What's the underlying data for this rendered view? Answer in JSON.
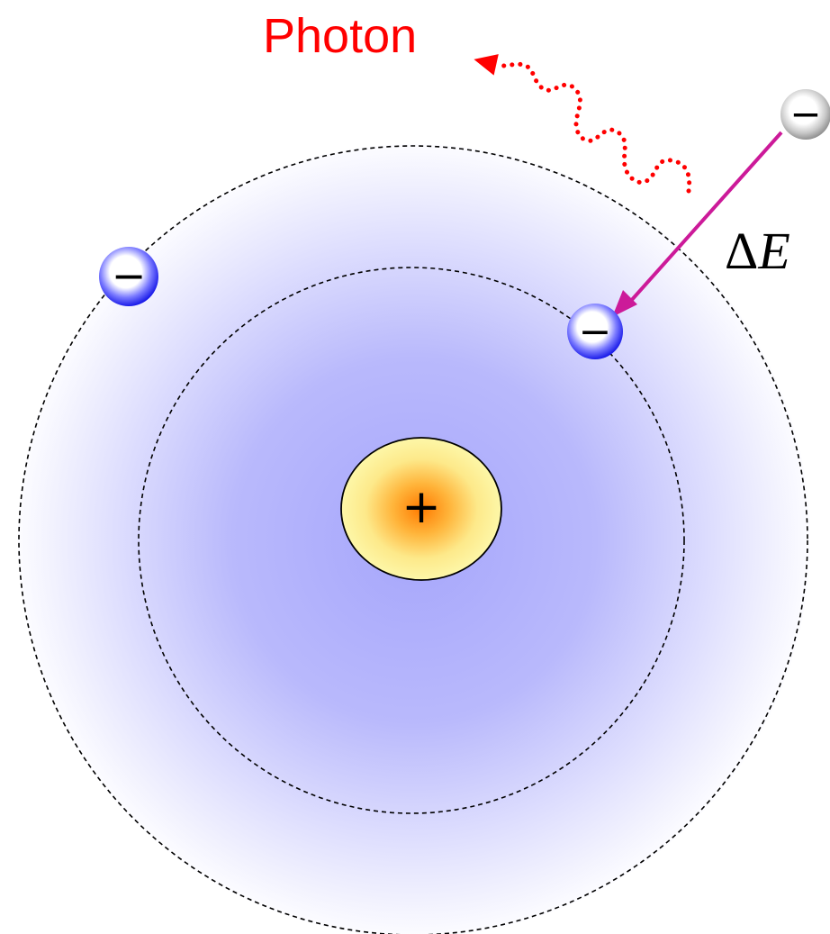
{
  "labels": {
    "photon": "Photon",
    "delta_symbol": "Δ",
    "energy_symbol": "E"
  },
  "symbols": {
    "nucleus": "+",
    "electron": "−"
  },
  "colors": {
    "background": "#ffffff",
    "cloud": "#a9a9fb",
    "photon": "#ff0000",
    "arrow": "#cc1a99",
    "electron_bound": "#1a1aee",
    "electron_free": "#9a9a9a",
    "nucleus_core": "#ff8800",
    "nucleus_rim": "#fdf59a",
    "orbit_stroke": "#000000"
  }
}
